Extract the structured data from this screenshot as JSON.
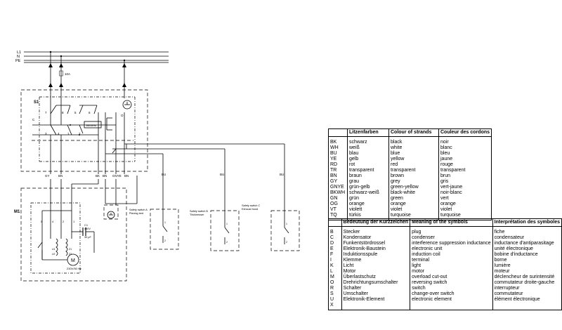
{
  "diagram": {
    "lines": {
      "l1": "L1",
      "n": "N",
      "pe": "PE"
    },
    "labels": {
      "fuse": "10A",
      "switch_s1": "S1",
      "motor_m1": "M1",
      "relay": "BKWHn",
      "cap_c1": "C1",
      "cap_voltage": "450V",
      "cap_value": "30 μF",
      "motor_rating": "230V/50 Hz",
      "m_label": "M",
      "s1_terminal": "O",
      "plate_left": "C",
      "sw_a": "Safety switch A",
      "sw_a2": "Planing bed",
      "sw_b": "Safety switch B",
      "sw_b2": "Thicknesser",
      "sw_c": "Safety switch C",
      "sw_c2": "Exhaust hood"
    },
    "wires": {
      "gy": "GY",
      "bn1": "BN",
      "bk": "BK",
      "bn2": "BN",
      "gnye": "GNYE",
      "bn3": "BN",
      "bu1": "BU",
      "bu2": "BU",
      "bu3": "BU"
    },
    "terminals": {
      "t1": "1",
      "t2": "2",
      "t3": "3",
      "t4": "4",
      "t5": "5",
      "t6": "6",
      "t7": "7",
      "t8": "8",
      "m_t1": "1",
      "m_t2": "2",
      "m_t4": "4",
      "m_t5": "5",
      "m_u1": "U1",
      "m_u2": "U2",
      "m_z1": "Z1",
      "m_z2": "Z2",
      "sa_1": "1",
      "sa_2": "2",
      "sb_1": "1",
      "sb_2": "2",
      "sc_1": "1",
      "sc_2": "2"
    }
  },
  "colors_table": {
    "headers": [
      "",
      "Litzenfarben",
      "Colour of strands",
      "Couleur des cordons"
    ],
    "rows": [
      [
        "BK",
        "schwarz",
        "black",
        "noir"
      ],
      [
        "WH",
        "weiß",
        "white",
        "blanc"
      ],
      [
        "BU",
        "blau",
        "blue",
        "bleu"
      ],
      [
        "YE",
        "gelb",
        "yellow",
        "jaune"
      ],
      [
        "RD",
        "rot",
        "red",
        "rouge"
      ],
      [
        "TR",
        "transparent",
        "transparent",
        "transparent"
      ],
      [
        "BN",
        "braun",
        "brown",
        "brun"
      ],
      [
        "GY",
        "grau",
        "grey",
        "gris"
      ],
      [
        "GNYE",
        "grün-gelb",
        "green-yellow",
        "vert-jaune"
      ],
      [
        "BKWH",
        "schwarz-weiß",
        "black-white",
        "noir-blanc"
      ],
      [
        "GN",
        "grün",
        "green",
        "vert"
      ],
      [
        "OG",
        "orange",
        "orange",
        "orange"
      ],
      [
        "VT",
        "violett",
        "violet",
        "violet"
      ],
      [
        "TQ",
        "türkis",
        "turquoise",
        "turquoise"
      ]
    ]
  },
  "symbols_table": {
    "headers": [
      "",
      "Bedeutung der Kurzzeichen",
      "Meaning of the symbols",
      "Interprétation des symboles"
    ],
    "rows": [
      [
        "B",
        "Stecker",
        "plug",
        "fiche"
      ],
      [
        "C",
        "Kondensator",
        "condenser",
        "condensateur"
      ],
      [
        "D",
        "Funkentstördrossel",
        "interference suppression inductance",
        "inductance d'antiparasitage"
      ],
      [
        "E",
        "Elektronik-Baustein",
        "electronic unit",
        "unité électronique"
      ],
      [
        "F",
        "Induktionsspule",
        "induction coil",
        "bobine d'inductance"
      ],
      [
        "I",
        "Klemme",
        "terminal",
        "borne"
      ],
      [
        "K",
        "Licht",
        "light",
        "lumière"
      ],
      [
        "L",
        "Motor",
        "motor",
        "moteur"
      ],
      [
        "M",
        "Überlastschutz",
        "overload cut-out",
        "déclencheur de surintensité"
      ],
      [
        "O",
        "Drehrichtungsumschalter",
        "reversing switch",
        "commutateur droite-gauche"
      ],
      [
        "R",
        "Schalter",
        "switch",
        "interrupteur"
      ],
      [
        "S",
        "Umschalter",
        "change-over switch",
        "commutateur"
      ],
      [
        "U",
        "Elektronik-Element",
        "electronic element",
        "élément électronique"
      ],
      [
        "X",
        "",
        "",
        ""
      ]
    ]
  }
}
